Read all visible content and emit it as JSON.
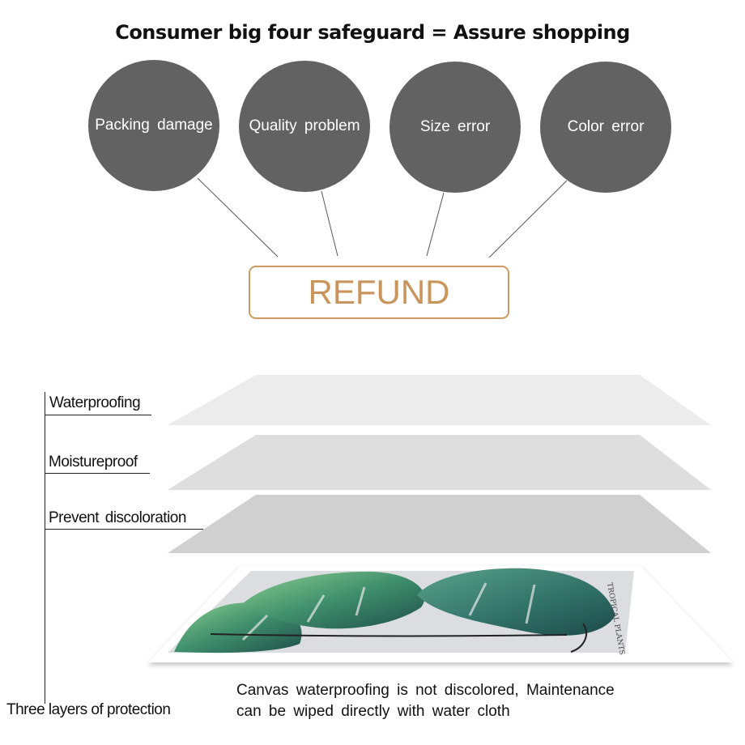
{
  "title": "Consumer big four safeguard = Assure shopping",
  "safeguards": [
    "Packing damage",
    "Quality problem",
    "Size error",
    "Color error"
  ],
  "refund_label": "REFUND",
  "layers": [
    "Waterproofing",
    "Moistureproof",
    "Prevent discoloration"
  ],
  "layer_group_label": "Three layers of protection",
  "canvas_print_text": "TROPICAL PLANTS",
  "description_line1": "Canvas waterproofing is not discolored, Maintenance",
  "description_line2": "can be wiped directly with water cloth",
  "colors": {
    "circle": "#626262",
    "refund_accent": "#c8955c",
    "layer_light": "#ececec",
    "layer_mid": "#dcdcdc",
    "layer_dark": "#cfcfcf"
  }
}
